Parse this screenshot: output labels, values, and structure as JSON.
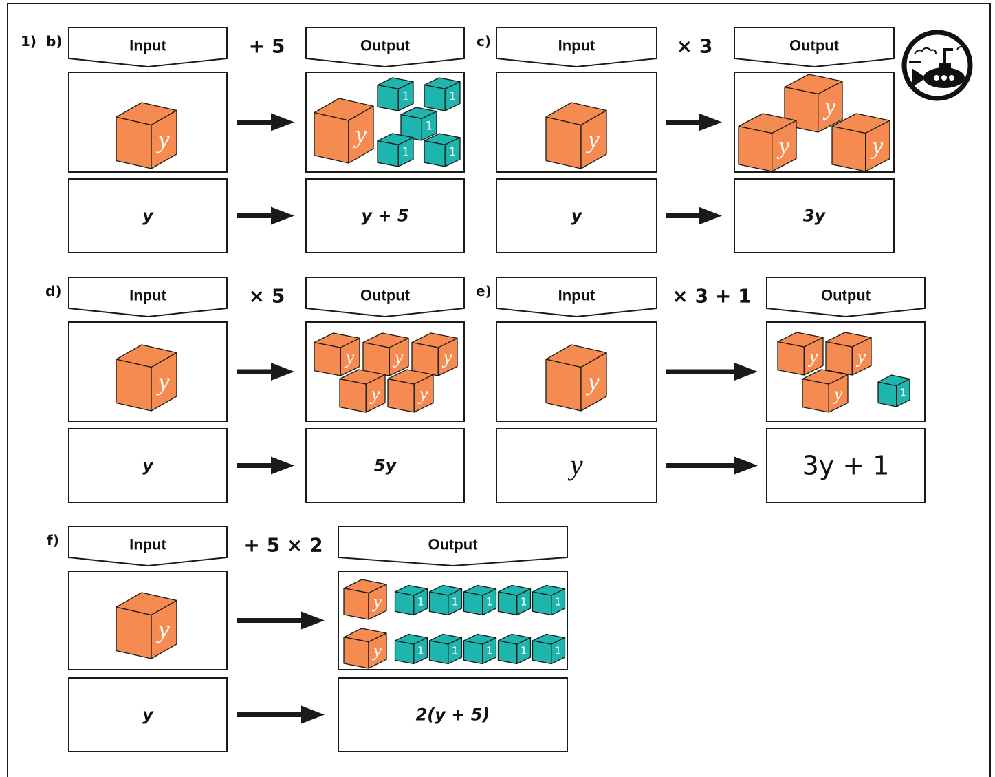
{
  "question_number": "1)",
  "cube_labels": {
    "variable": "y",
    "unit": "1"
  },
  "colors": {
    "variable_cube": "#F58B50",
    "unit_cube": "#1DB5AE",
    "line": "#1A1A1A"
  },
  "logo_icon": "submarine-icon",
  "parts": {
    "b": {
      "label": "b)",
      "input_header": "Input",
      "operation": "+ 5",
      "output_header": "Output",
      "input_blocks": {
        "y": 1,
        "ones": 0
      },
      "output_blocks": {
        "y": 1,
        "ones": 5
      },
      "input_expression": "y",
      "output_expression": "y + 5"
    },
    "c": {
      "label": "c)",
      "input_header": "Input",
      "operation": "× 3",
      "output_header": "Output",
      "input_blocks": {
        "y": 1,
        "ones": 0
      },
      "output_blocks": {
        "y": 3,
        "ones": 0
      },
      "input_expression": "y",
      "output_expression": "3y"
    },
    "d": {
      "label": "d)",
      "input_header": "Input",
      "operation": "× 5",
      "output_header": "Output",
      "input_blocks": {
        "y": 1,
        "ones": 0
      },
      "output_blocks": {
        "y": 5,
        "ones": 0
      },
      "input_expression": "y",
      "output_expression": "5y"
    },
    "e": {
      "label": "e)",
      "input_header": "Input",
      "operation": "× 3 + 1",
      "output_header": "Output",
      "input_blocks": {
        "y": 1,
        "ones": 0
      },
      "output_blocks": {
        "y": 3,
        "ones": 1
      },
      "input_expression": "y",
      "output_expression": "3y + 1"
    },
    "f": {
      "label": "f)",
      "input_header": "Input",
      "operation": "+ 5 × 2",
      "output_header": "Output",
      "input_blocks": {
        "y": 1,
        "ones": 0
      },
      "output_blocks": {
        "y": 2,
        "ones": 10
      },
      "input_expression": "y",
      "output_expression": "2(y + 5)"
    }
  }
}
